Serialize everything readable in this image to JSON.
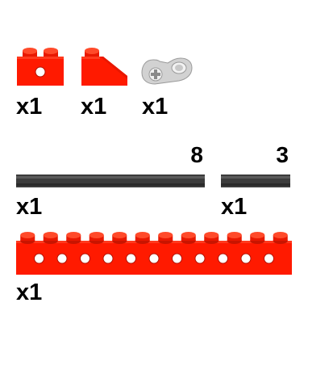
{
  "colors": {
    "brick_red": "#ff1a00",
    "brick_red_dark": "#c81400",
    "stud_top": "#ff4a2a",
    "axle_gray": "#3c3c3c",
    "connector_gray": "#d2d2d2",
    "background": "#ffffff"
  },
  "parts": [
    {
      "name": "technic-brick-1x2-with-hole",
      "color": "red",
      "quantity": "x1"
    },
    {
      "name": "slope-brick-1x2",
      "color": "red",
      "quantity": "x1"
    },
    {
      "name": "axle-pin-connector",
      "color": "light-gray",
      "quantity": "x1"
    },
    {
      "name": "axle-length-8",
      "color": "dark-gray",
      "length": "8",
      "quantity": "x1"
    },
    {
      "name": "axle-length-3",
      "color": "dark-gray",
      "length": "3",
      "quantity": "x1"
    },
    {
      "name": "technic-brick-1x12-with-holes",
      "color": "red",
      "quantity": "x1"
    }
  ]
}
